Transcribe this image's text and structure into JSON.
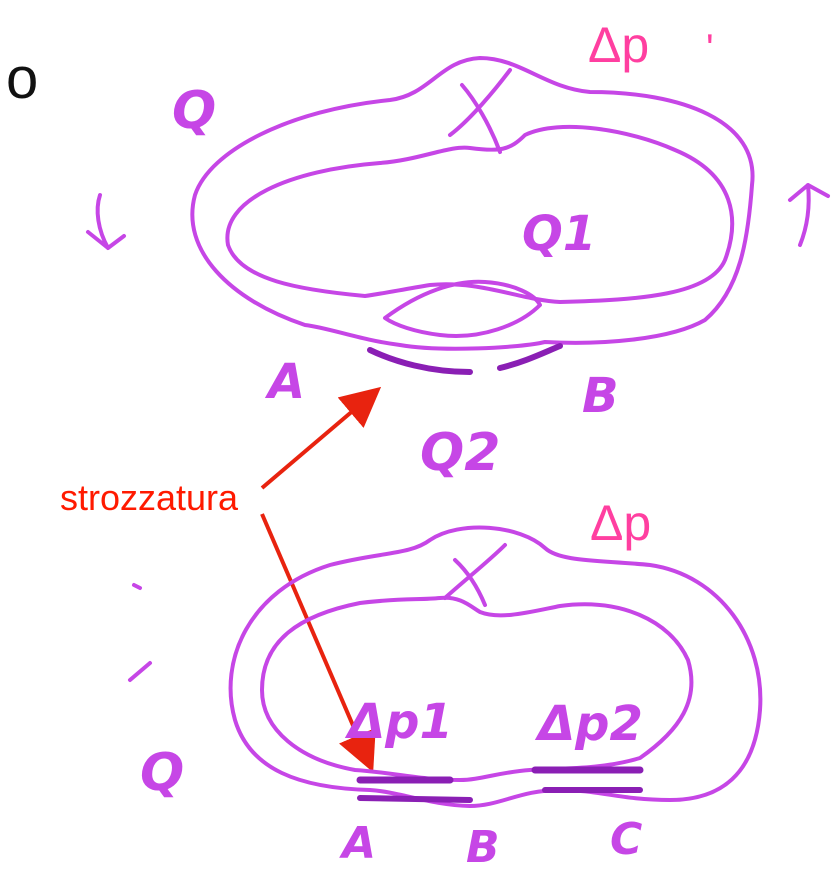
{
  "colors": {
    "ink": "#c646e6",
    "ink_dark": "#8a1fb4",
    "pink": "#ff3fa0",
    "arrow": "#e8230f",
    "label_red": "#ff1a00",
    "text": "#111111"
  },
  "top_diagram": {
    "delta_p_label": "Δp",
    "dot_mark": "'",
    "flow_label": "Q",
    "element_mark": "X",
    "branch1_label": "Q1",
    "branch2_label": "Q2",
    "node_a": "A",
    "node_b": "B"
  },
  "bottom_diagram": {
    "delta_p_label": "Δp",
    "flow_label": "Q",
    "element_mark": "X",
    "delta_p1_label": "Δp1",
    "delta_p2_label": "Δp2",
    "node_a": "A",
    "node_b": "B",
    "node_c": "C"
  },
  "annotation": {
    "label": "strozzatura"
  },
  "corner_text": "o"
}
